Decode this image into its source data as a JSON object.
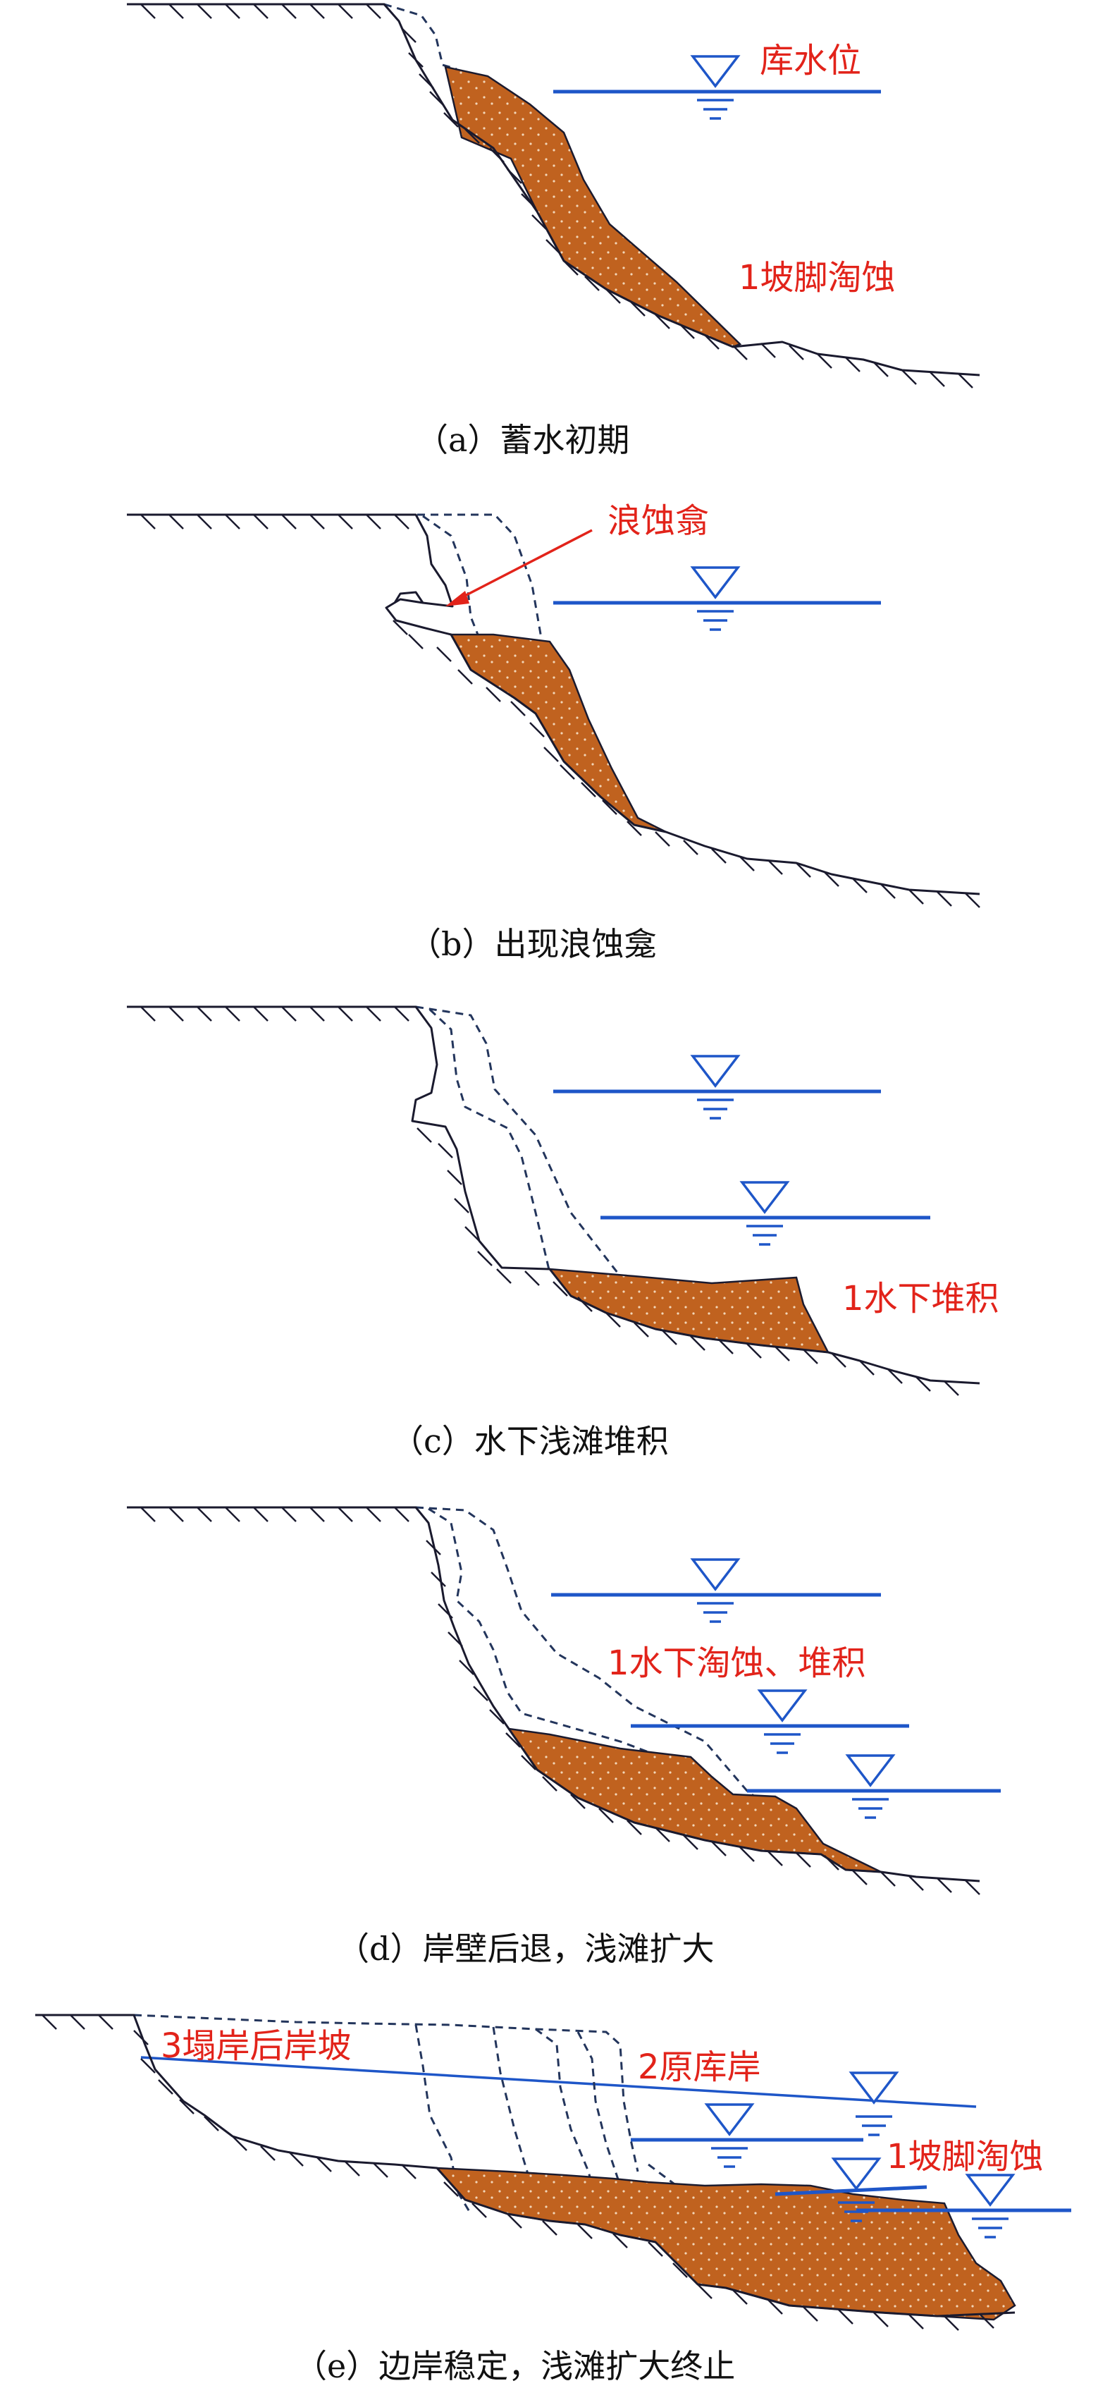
{
  "colors": {
    "deposit": "#c0621f",
    "water": "#1e56c8",
    "label": "#e2231a",
    "ground": "#1a1a2e"
  },
  "panels": [
    {
      "id": "a",
      "caption": "（a）蓄水初期",
      "labels": [
        "库水位",
        "1坡脚淘蚀"
      ]
    },
    {
      "id": "b",
      "caption": "（b）出现浪蚀龛",
      "labels": [
        "浪蚀翕"
      ]
    },
    {
      "id": "c",
      "caption": "（c）水下浅滩堆积",
      "labels": [
        "1水下堆积"
      ]
    },
    {
      "id": "d",
      "caption": "（d）岸壁后退，浅滩扩大",
      "labels": [
        "1水下淘蚀、堆积"
      ]
    },
    {
      "id": "e",
      "caption": "（e）边岸稳定，浅滩扩大终止",
      "labels": [
        "3塌岸后岸坡",
        "2原库岸",
        "1坡脚淘蚀"
      ]
    }
  ]
}
